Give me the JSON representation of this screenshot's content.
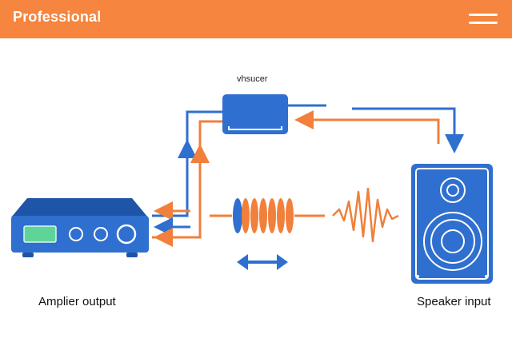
{
  "header": {
    "brand": "Professional",
    "menu_icon": "hamburger-menu-icon"
  },
  "diagram": {
    "box_label": "vhsucer",
    "amplifier_label": "Amplier output",
    "speaker_label": "Speaker input"
  },
  "colors": {
    "header": "#f5853f",
    "blue": "#2f6fcf",
    "orange": "#f0803c",
    "dark_blue": "#1f55a8"
  }
}
